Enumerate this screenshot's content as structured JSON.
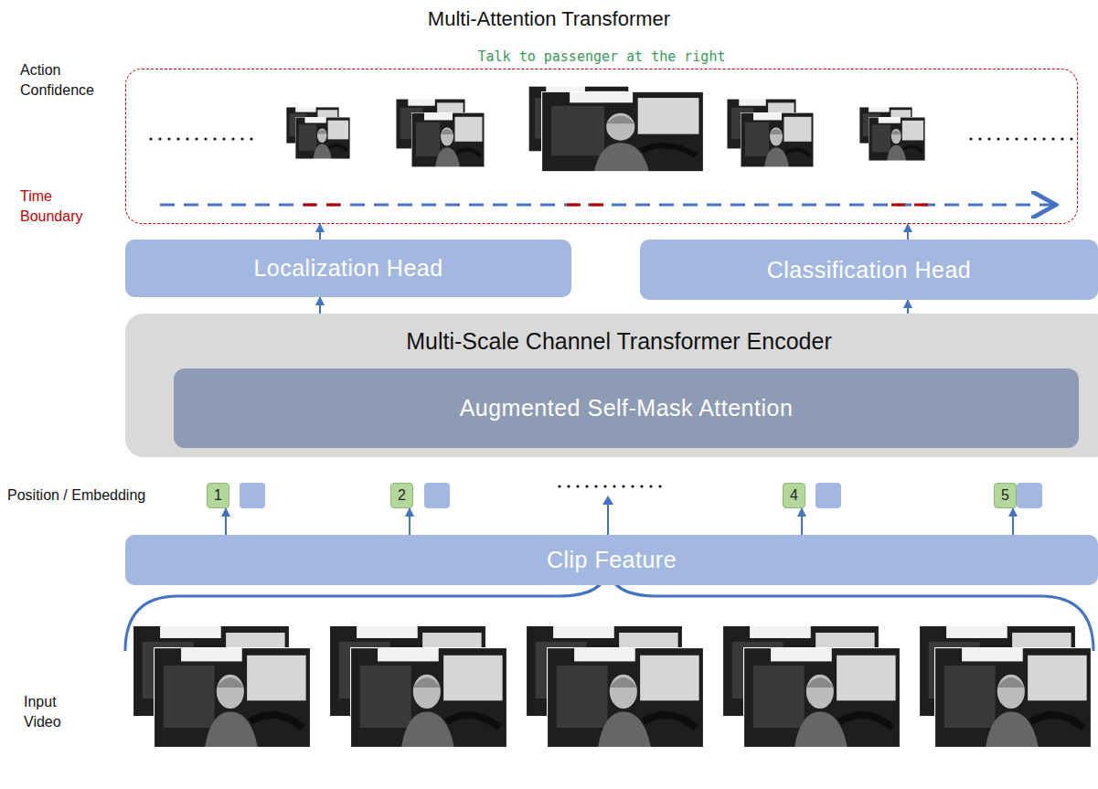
{
  "diagram": {
    "title": "Multi-Attention Transformer",
    "nodes": [
      {
        "text": [
          "Talk to passenger at the right"
        ]
      },
      {
        "text": [
          "Localization Head"
        ]
      },
      {
        "text": [
          "Classification Head"
        ]
      },
      {
        "text": [
          "Multi-Scale Channel Transformer Encoder"
        ]
      },
      {
        "text": [
          "Augmented Self-Mask Attention"
        ],
        "in": 3
      },
      {
        "text": [
          "1"
        ]
      },
      {
        "text": [
          "2"
        ]
      },
      {
        "text": [
          "4"
        ]
      },
      {
        "text": [
          "5"
        ]
      },
      {
        "text": [
          "Clip Feature"
        ]
      }
    ],
    "edges": [
      {
        "from": 1,
        "to": 0,
        "arrow": "to"
      },
      {
        "from": 2,
        "to": 0,
        "arrow": "to"
      },
      {
        "from": 3,
        "to": 1,
        "arrow": "to"
      },
      {
        "from": 3,
        "to": 2,
        "arrow": "to"
      },
      {
        "from": 9,
        "to": 5,
        "arrow": "to"
      },
      {
        "from": 9,
        "to": 6,
        "arrow": "to"
      },
      {
        "from": 9,
        "to": 7,
        "arrow": "to"
      },
      {
        "from": 9,
        "to": 8,
        "arrow": "to"
      }
    ],
    "labels": [
      "Action Confidence",
      "Time Boundary",
      "Position / Embedding",
      "Input Video"
    ]
  }
}
